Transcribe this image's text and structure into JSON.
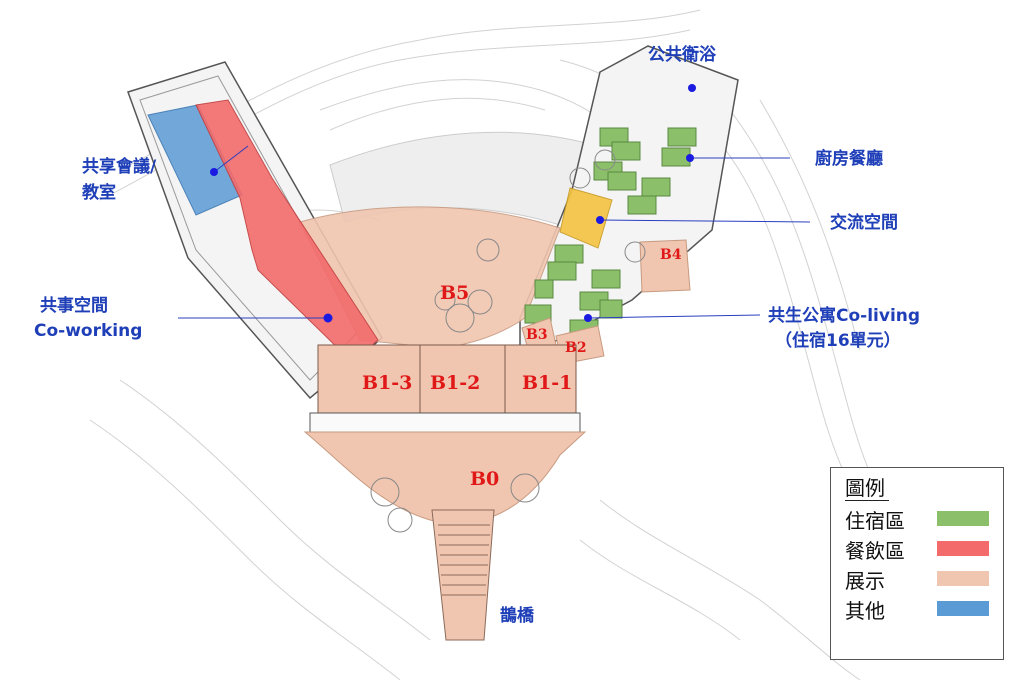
{
  "callouts": {
    "public_bath": "公共衛浴",
    "meeting_line1": "共享會議/",
    "meeting_line2": "教室",
    "kitchen": "廚房餐廳",
    "lounge": "交流空間",
    "coworking_line1": "共事空間",
    "coworking_line2": "Co-working",
    "coliving_line1": "共生公寓Co-living",
    "coliving_line2": "（住宿16單元）",
    "bridge": "鵲橋"
  },
  "zones": {
    "b0": "B0",
    "b1_1": "B1-1",
    "b1_2": "B1-2",
    "b1_3": "B1-3",
    "b2": "B2",
    "b3": "B3",
    "b4": "B4",
    "b5": "B5"
  },
  "legend": {
    "title": "圖例",
    "items": [
      {
        "label": "住宿區",
        "color": "#8cbf6a"
      },
      {
        "label": "餐飲區",
        "color": "#f36b6b"
      },
      {
        "label": "展示",
        "color": "#f1c6b0"
      },
      {
        "label": "其他",
        "color": "#5b9bd5"
      }
    ]
  },
  "colors": {
    "callout_text": "#1f3fb8",
    "zone_label": "#e01818",
    "lounge": "#f5c342",
    "leader_dot": "#1a1ae0"
  }
}
